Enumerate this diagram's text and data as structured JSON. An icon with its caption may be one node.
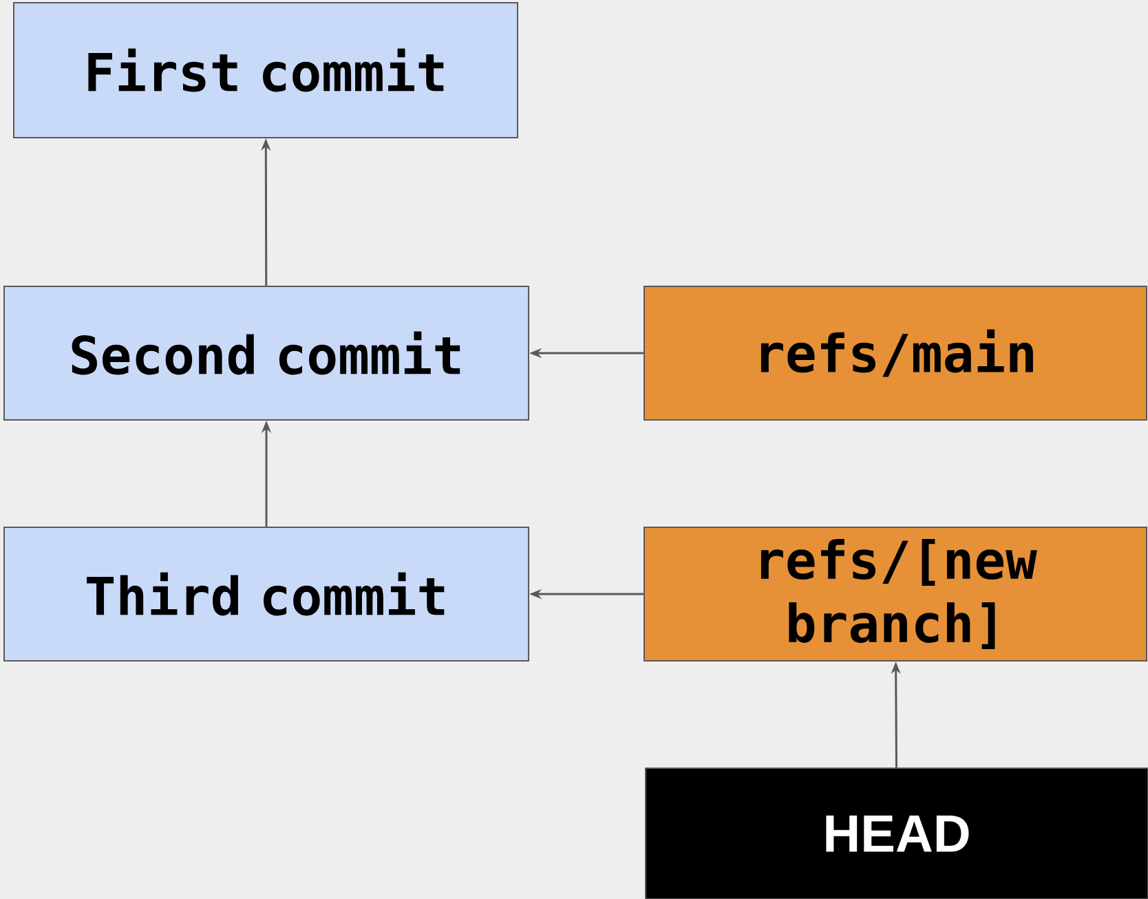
{
  "diagram": {
    "nodes": [
      {
        "text": [
          "First commit"
        ]
      },
      {
        "text": [
          "Second commit"
        ]
      },
      {
        "text": [
          "refs/main"
        ]
      },
      {
        "text": [
          "Third commit"
        ]
      },
      {
        "text": [
          "refs/[new branch]"
        ]
      },
      {
        "text": [
          "HEAD"
        ]
      }
    ],
    "edges": [
      {
        "from": 1,
        "to": 0,
        "arrow": "to"
      },
      {
        "from": 3,
        "to": 1,
        "arrow": "to"
      },
      {
        "from": 2,
        "to": 1,
        "arrow": "to"
      },
      {
        "from": 4,
        "to": 3,
        "arrow": "to"
      },
      {
        "from": 5,
        "to": 4,
        "arrow": "to"
      }
    ]
  }
}
